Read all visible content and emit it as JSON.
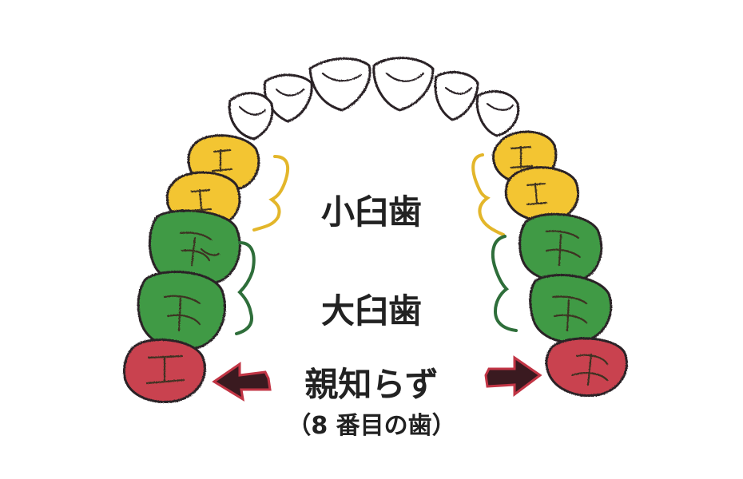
{
  "labels": {
    "premolar": "小臼歯",
    "molar": "大臼歯",
    "wisdom": "親知らず",
    "wisdom_sub": "（8 番目の歯）"
  },
  "colors": {
    "outline": "#2a2226",
    "premolar_fill": "#f3c532",
    "molar_fill": "#3f9a45",
    "wisdom_fill": "#c9434f",
    "premolar_bracket": "#e3b62a",
    "molar_bracket": "#2e6e3a",
    "arrow": "#3a1a20",
    "arrow_accent": "#c23545"
  },
  "teeth": {
    "front": [
      "incisor",
      "incisor",
      "incisor",
      "incisor",
      "canine",
      "canine",
      "lateral",
      "lateral"
    ],
    "premolars": 4,
    "molars": 4,
    "wisdom": 2
  }
}
